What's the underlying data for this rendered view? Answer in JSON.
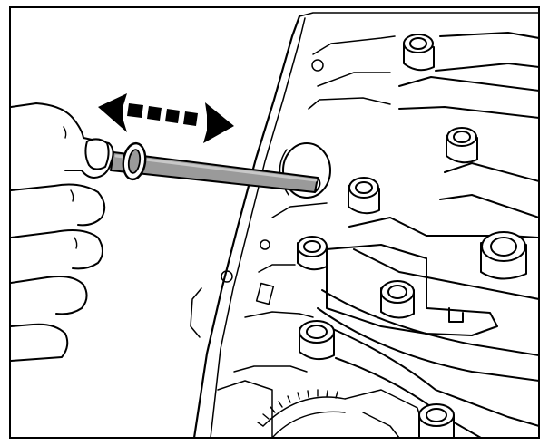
{
  "figure": {
    "style": "black line-art service illustration",
    "colors": {
      "outline": "#000000",
      "background": "#ffffff",
      "tool_shaft": "#9a9a9a",
      "tool_highlight": "#c8c8c8"
    },
    "icons": [
      "hand",
      "rod-tool",
      "double-headed-movement-arrow",
      "engine-housing",
      "bolt-heads",
      "gear-teeth"
    ]
  }
}
